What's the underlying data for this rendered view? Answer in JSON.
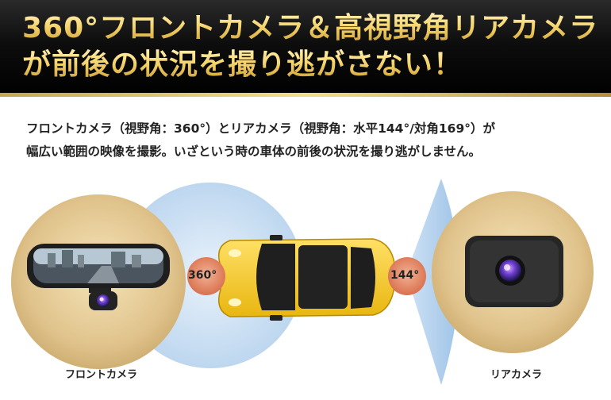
{
  "headline": {
    "line1": "360°フロントカメラ＆高視野角リアカメラ",
    "line2": "が前後の状況を撮り逃がさない！"
  },
  "description": {
    "line1": "フロントカメラ（視野角：360°）とリアカメラ（視野角：水平144°/対角169°）が",
    "line2": "幅広い範囲の映像を撮影。いざという時の車体の前後の状況を撮り逃がしません。"
  },
  "illustration": {
    "front_angle": "360°",
    "rear_angle": "144°",
    "front_label": "フロントカメラ",
    "rear_label": "リアカメラ"
  },
  "colors": {
    "gold_circle": "#d9b877",
    "coverage_blue": "#c8def2",
    "car_yellow": "#f2c21b",
    "angle_badge": "#d98060"
  }
}
